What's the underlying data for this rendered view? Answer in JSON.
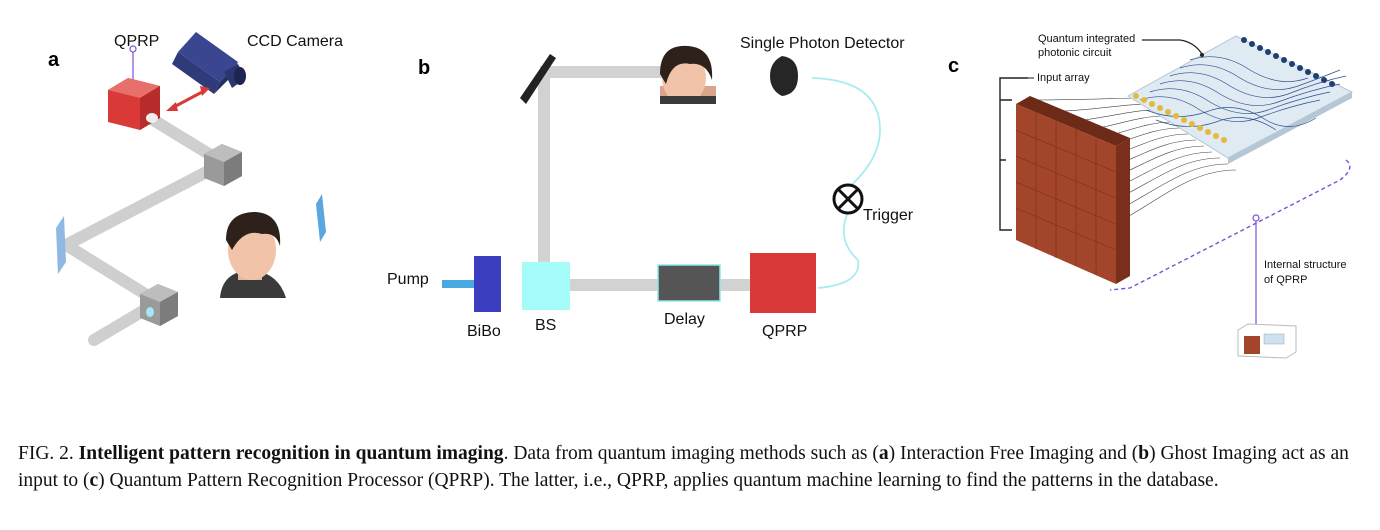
{
  "panels": {
    "a": {
      "letter": "a",
      "qprp_label": "QPRP",
      "camera_label": "CCD Camera"
    },
    "b": {
      "letter": "b",
      "detector_label": "Single Photon Detector",
      "trigger_label": "Trigger",
      "pump_label": "Pump",
      "bibo_label": "BiBo",
      "bs_label": "BS",
      "delay_label": "Delay",
      "qprp_label": "QPRP"
    },
    "c": {
      "letter": "c",
      "circuit_label_1": "Quantum integrated",
      "circuit_label_2": "photonic circuit",
      "input_label": "Input array",
      "internal_label_1": "Internal structure",
      "internal_label_2": "of QPRP"
    }
  },
  "caption": {
    "prefix": "FIG. 2.",
    "title": "Intelligent pattern recognition in quantum imaging",
    "t1": ". Data from quantum imaging methods such as (",
    "a": "a",
    "t2": ") Interaction Free Imaging and (",
    "b": "b",
    "t3": ") Ghost Imaging act as an input to (",
    "c": "c",
    "t4": ") Quantum Pattern Recognition Processor (QPRP). The latter, i.e., QPRP, applies quantum machine learning to find the patterns in the database."
  },
  "colors": {
    "qprp_red": "#d93a37",
    "bs_cyan": "#a6fbfb",
    "bibo_blue": "#3b3fbf",
    "camera_navy": "#2f3a78",
    "delay_gray": "#555555",
    "beam_gray": "#cfcfcf",
    "fiber_cyan": "#a8ecf2",
    "array_brown": "#9c3f24",
    "chip_blue": "#dfeaf3",
    "link_purple": "#7b4fd6"
  }
}
